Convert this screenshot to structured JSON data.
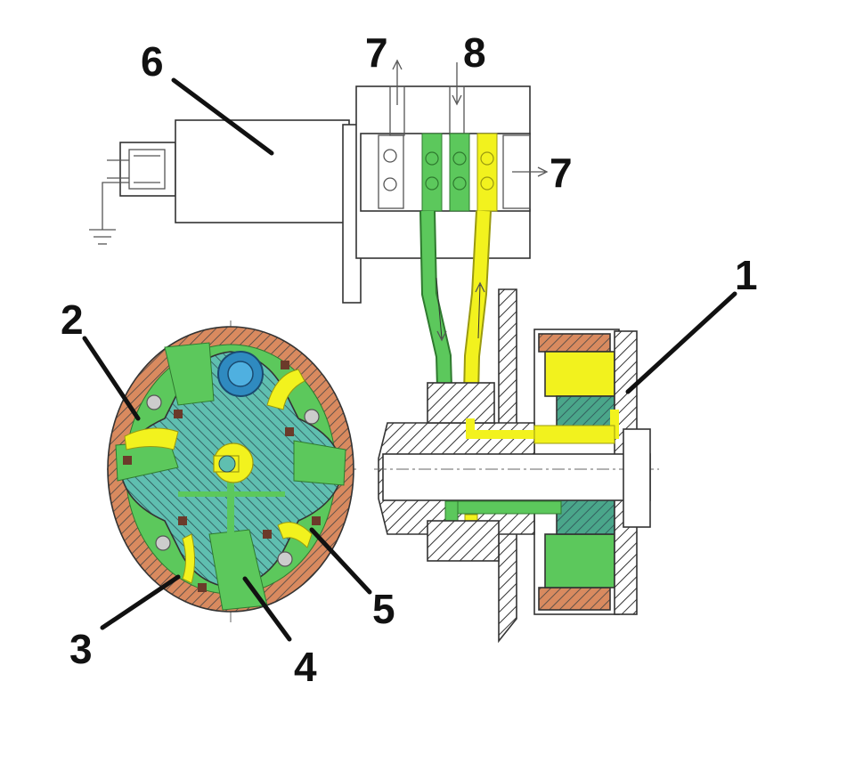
{
  "colors": {
    "oil_green": "#5cc85c",
    "oil_yellow": "#f2f21e",
    "housing_orange": "#d98a5f",
    "rotor_teal": "#5fbfb0",
    "hatch": "#333333",
    "label": "#111111"
  },
  "callouts": [
    {
      "id": "1",
      "text": "1"
    },
    {
      "id": "2",
      "text": "2"
    },
    {
      "id": "3",
      "text": "3"
    },
    {
      "id": "4",
      "text": "4"
    },
    {
      "id": "5",
      "text": "5"
    },
    {
      "id": "6",
      "text": "6"
    },
    {
      "id": "7a",
      "text": "7"
    },
    {
      "id": "7b",
      "text": "7"
    },
    {
      "id": "8",
      "text": "8"
    }
  ],
  "icons": [
    "ground-icon",
    "connector-icon",
    "arrow-icon"
  ]
}
